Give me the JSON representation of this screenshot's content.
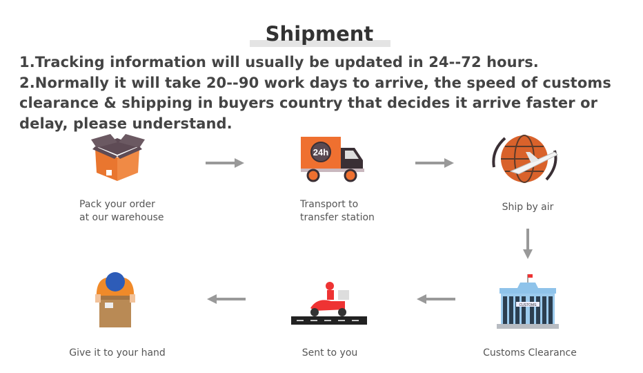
{
  "title": "Shipment",
  "notes": [
    "1.Tracking information will usually be updated in 24--72 hours.",
    "2.Normally it will take 20--90 work days to arrive, the speed of customs clearance & shipping in buyers country that decides it arrive faster or delay, please understand."
  ],
  "steps": {
    "pack": {
      "line1": "Pack your order",
      "line2": "at our warehouse"
    },
    "transport": {
      "line1": "Transport to",
      "line2": "transfer station",
      "badge": "24h"
    },
    "air": {
      "label": "Ship by air"
    },
    "customs": {
      "label": "Customs Clearance",
      "sign": "CUSTOMS"
    },
    "sent": {
      "label": "Sent to you"
    },
    "hand": {
      "label": "Give it to your hand"
    }
  },
  "colors": {
    "accent": "#f07a3a",
    "arrow": "#999999",
    "text": "#444444"
  }
}
